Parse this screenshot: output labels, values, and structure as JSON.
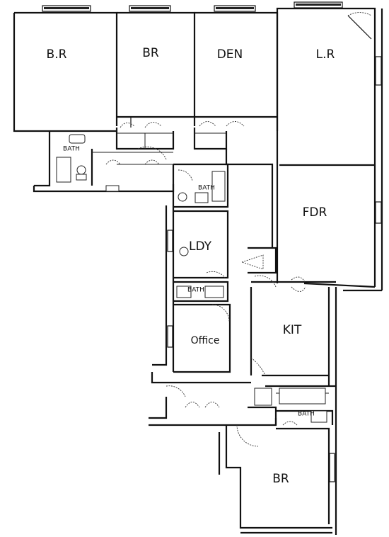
{
  "rooms": {
    "bedroom_1": "B.R",
    "bedroom_2": "BR",
    "den": "DEN",
    "living_room": "L.R",
    "formal_dining": "FDR",
    "bath_1": "BATH",
    "bath_2": "BATH",
    "laundry": "LDY",
    "bath_3": "BATH",
    "office": "Office",
    "kitchen": "KIT",
    "bath_4": "BATH",
    "bedroom_3": "BR"
  }
}
